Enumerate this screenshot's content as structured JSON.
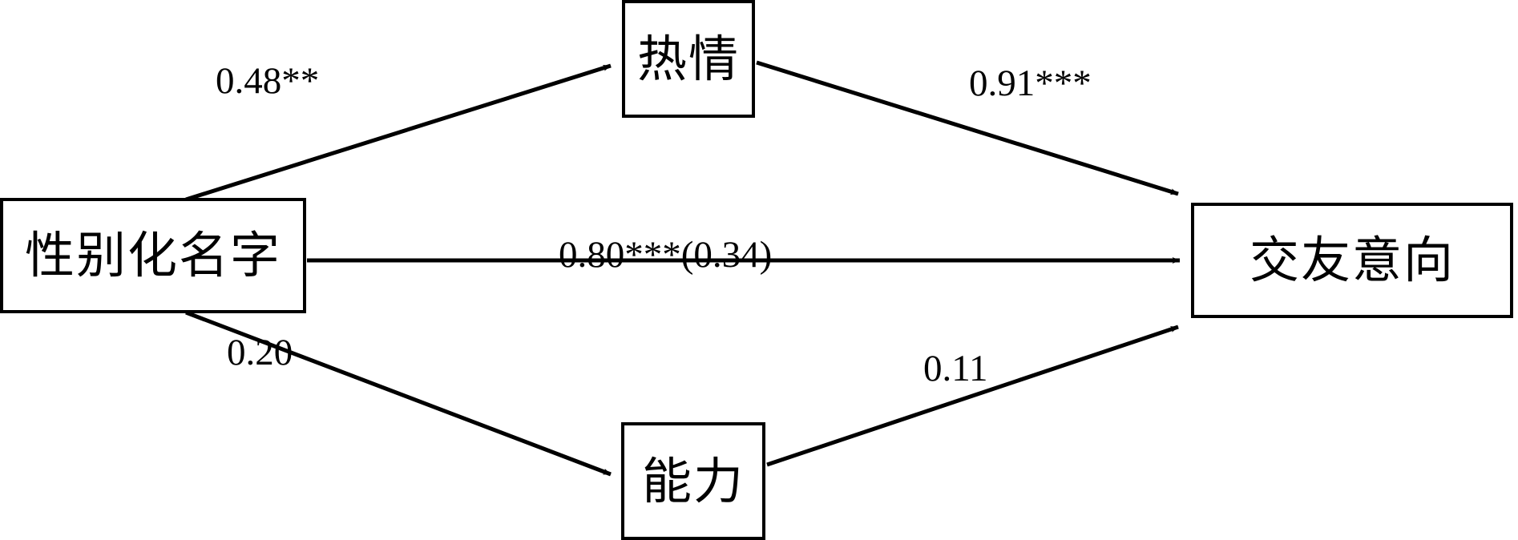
{
  "diagram": {
    "type": "path-mediation-model",
    "background": "#ffffff",
    "stroke_color": "#000000",
    "nodes": [
      {
        "id": "gendered-name",
        "label": "性别化名字",
        "role": "predictor"
      },
      {
        "id": "warmth",
        "label": "热情",
        "role": "mediator-1"
      },
      {
        "id": "competence",
        "label": "能力",
        "role": "mediator-2"
      },
      {
        "id": "intention",
        "label": "交友意向",
        "role": "outcome"
      }
    ],
    "edges": [
      {
        "id": "a-warmth",
        "from": "gendered-name",
        "to": "warmth",
        "coefficient": "0.48",
        "stars": "**",
        "label": "0.48**"
      },
      {
        "id": "b-warmth",
        "from": "warmth",
        "to": "intention",
        "coefficient": "0.91",
        "stars": "***",
        "label": "0.91***"
      },
      {
        "id": "direct",
        "from": "gendered-name",
        "to": "intention",
        "coefficient": "0.80",
        "stars": "***",
        "parenthetical": "(0.34)",
        "label": "0.80***(0.34)"
      },
      {
        "id": "a-competence",
        "from": "gendered-name",
        "to": "competence",
        "coefficient": "0.20",
        "stars": "",
        "label": "0.20"
      },
      {
        "id": "b-competence",
        "from": "competence",
        "to": "intention",
        "coefficient": "0.11",
        "stars": "",
        "label": "0.11"
      }
    ]
  }
}
